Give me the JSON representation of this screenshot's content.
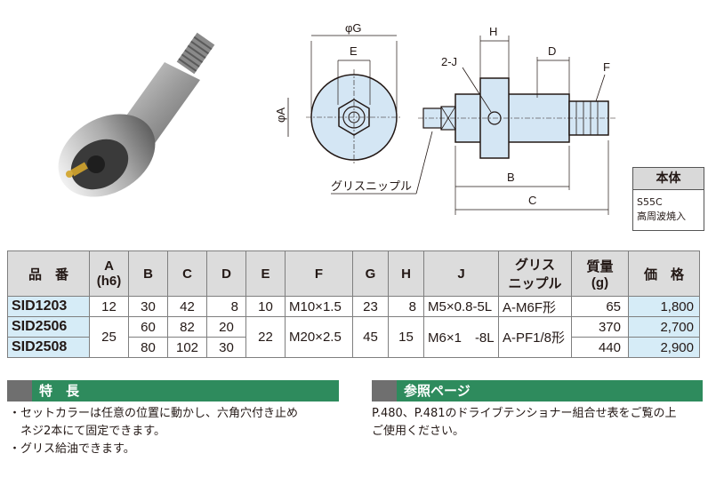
{
  "drawing": {
    "labels": {
      "G": "φG",
      "E": "E",
      "A": "φA",
      "H": "H",
      "D": "D",
      "F": "F",
      "J": "2-J",
      "B": "B",
      "C": "C",
      "grease": "グリスニップル"
    }
  },
  "material": {
    "header": "本体",
    "line1": "S55C",
    "line2": "高周波焼入"
  },
  "table": {
    "headers": {
      "model": "品　番",
      "A": "A",
      "A_sub": "(h6)",
      "B": "B",
      "C": "C",
      "D": "D",
      "E": "E",
      "F": "F",
      "G": "G",
      "H": "H",
      "J": "J",
      "grease_1": "グリス",
      "grease_2": "ニップル",
      "mass_1": "質量",
      "mass_2": "(g)",
      "price": "価　格"
    },
    "rows": [
      {
        "model": "SID1203",
        "A": "12",
        "B": "30",
        "C": "42",
        "D": "8",
        "E": "10",
        "F": "M10×1.5",
        "G": "23",
        "H": "8",
        "J": "M5×0.8-5L",
        "grease": "A-M6F形",
        "mass": "65",
        "price": "1,800"
      },
      {
        "model": "SID2506",
        "A": "25",
        "B": "60",
        "C": "82",
        "D": "20",
        "E": "22",
        "F": "M20×2.5",
        "G": "45",
        "H": "15",
        "J": "M6×1　-8L",
        "grease": "A-PF1/8形",
        "mass": "370",
        "price": "2,700"
      },
      {
        "model": "SID2508",
        "B": "80",
        "C": "102",
        "D": "30",
        "mass": "440",
        "price": "2,900"
      }
    ]
  },
  "features": {
    "title": "特　長",
    "items": [
      "・セットカラーは任意の位置に動かし、六角穴付き止め",
      "　ネジ2本にて固定できます。",
      "・グリス給油できます。"
    ]
  },
  "reference": {
    "title": "参照ページ",
    "lines": [
      "P.480、P.481のドライブテンショナー組合せ表をご覧の上",
      "ご使用ください。"
    ]
  }
}
